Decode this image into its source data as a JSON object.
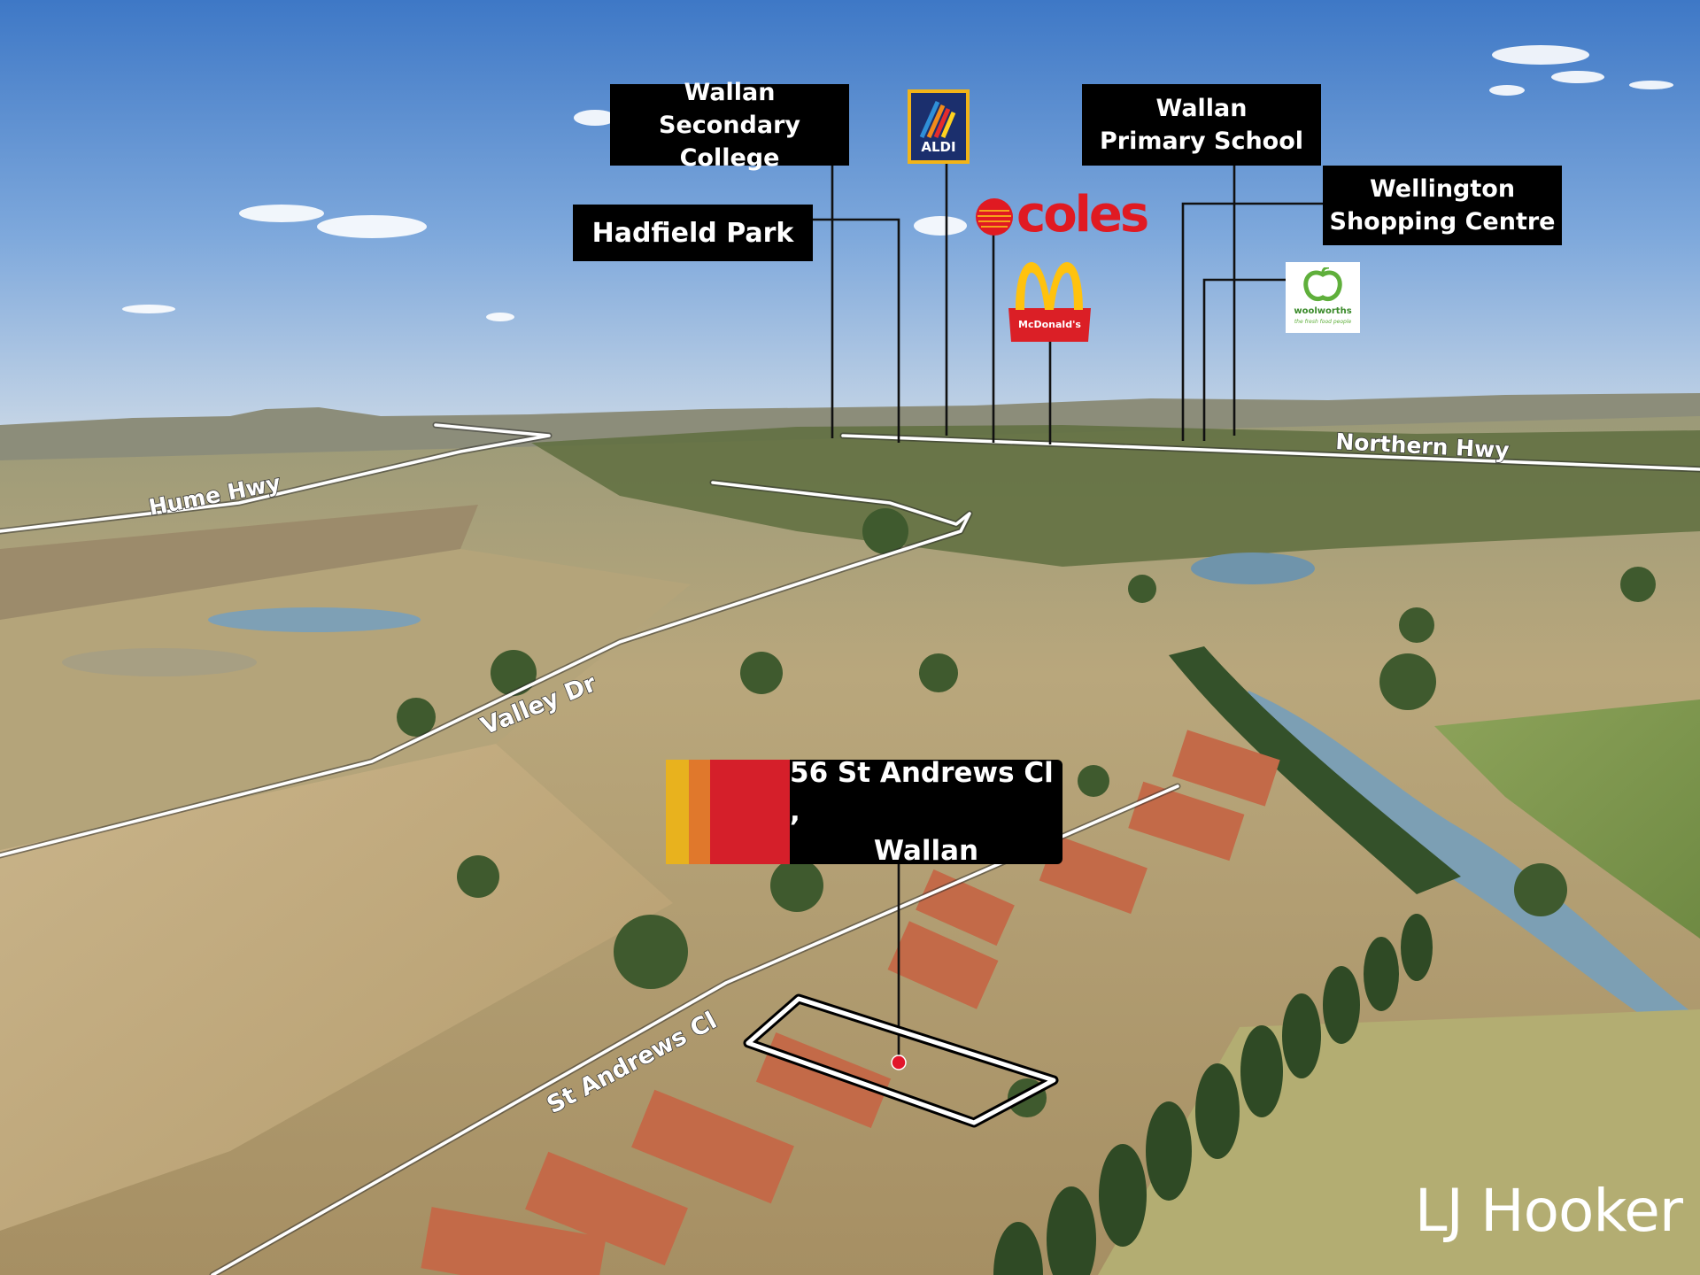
{
  "map": {
    "property_address_line1": "56 St Andrews Cl ,",
    "property_address_line2": "Wallan",
    "brand_stripe_colors": [
      "#e8b21e",
      "#e0782c",
      "#d51f2a"
    ],
    "boundary_color": "#ffffff",
    "roads": {
      "hume": "Hume Hwy",
      "northern": "Northern Hwy",
      "valley": "Valley Dr",
      "st_andrews": "St Andrews Cl"
    },
    "poi_labels": {
      "secondary_college_1": "Wallan",
      "secondary_college_2": "Secondary College",
      "hadfield_park": "Hadfield Park",
      "primary_school_1": "Wallan",
      "primary_school_2": "Primary School",
      "wellington_1": "Wellington",
      "wellington_2": "Shopping Centre"
    },
    "logos": {
      "aldi": "ALDI",
      "coles": "coles",
      "mcdonalds": "McDonald's",
      "woolworths": "woolworths",
      "woolworths_tagline": "the fresh food people"
    },
    "brand": "LJ Hooker"
  }
}
